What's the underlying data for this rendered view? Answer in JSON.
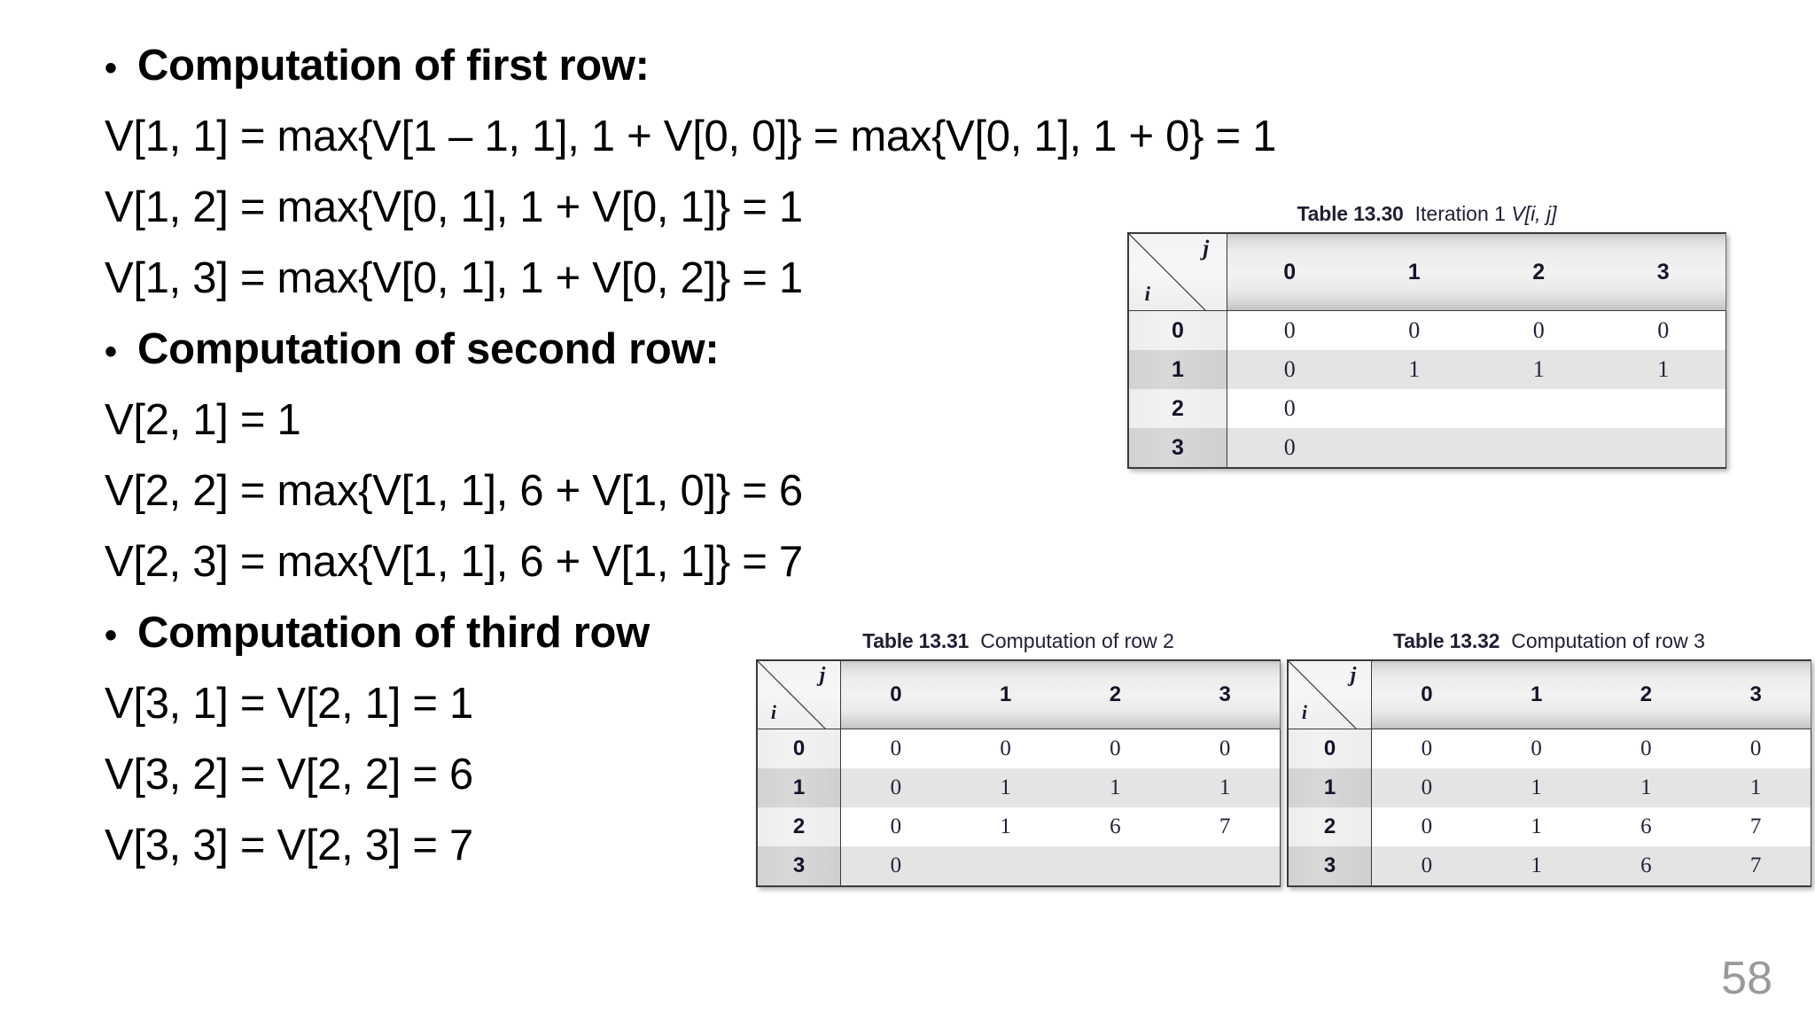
{
  "slide": {
    "page_number": "58",
    "lines": [
      {
        "type": "bullet",
        "bullet": "•",
        "text": "Computation of first row:"
      },
      {
        "type": "equation",
        "text": "V[1, 1] = max{V[1 – 1, 1], 1 + V[0, 0]} = max{V[0, 1], 1 + 0} = 1"
      },
      {
        "type": "equation",
        "text": "V[1, 2] = max{V[0, 1], 1 + V[0, 1]} = 1"
      },
      {
        "type": "equation",
        "text": "V[1, 3] = max{V[0, 1], 1 + V[0, 2]} = 1"
      },
      {
        "type": "bullet",
        "bullet": "•",
        "text": "Computation of second row:"
      },
      {
        "type": "equation",
        "text": "V[2, 1] = 1"
      },
      {
        "type": "equation",
        "text": "V[2, 2] = max{V[1, 1], 6 + V[1, 0]} = 6"
      },
      {
        "type": "equation",
        "text": "V[2, 3] = max{V[1, 1], 6 + V[1, 1]} = 7"
      },
      {
        "type": "bullet",
        "bullet": "•",
        "text": "Computation of third row"
      },
      {
        "type": "equation",
        "text": "V[3, 1] = V[2, 1] = 1"
      },
      {
        "type": "equation",
        "text": "V[3, 2] = V[2, 2] = 6"
      },
      {
        "type": "equation",
        "text": "V[3, 3] = V[2, 3] = 7"
      }
    ]
  },
  "tables": [
    {
      "id": "table-13-30",
      "caption_label": "Table 13.30",
      "caption_text": "Iteration 1 ",
      "caption_italic": "V[i, j]",
      "corner_col_label": "j",
      "corner_row_label": "i",
      "col_headers": [
        "0",
        "1",
        "2",
        "3"
      ],
      "row_headers": [
        "0",
        "1",
        "2",
        "3"
      ],
      "rows": [
        [
          "0",
          "0",
          "0",
          "0"
        ],
        [
          "0",
          "1",
          "1",
          "1"
        ],
        [
          "0",
          "",
          "",
          ""
        ],
        [
          "0",
          "",
          "",
          ""
        ]
      ]
    },
    {
      "id": "table-13-31",
      "caption_label": "Table 13.31",
      "caption_text": "Computation of row 2",
      "caption_italic": "",
      "corner_col_label": "j",
      "corner_row_label": "i",
      "col_headers": [
        "0",
        "1",
        "2",
        "3"
      ],
      "row_headers": [
        "0",
        "1",
        "2",
        "3"
      ],
      "rows": [
        [
          "0",
          "0",
          "0",
          "0"
        ],
        [
          "0",
          "1",
          "1",
          "1"
        ],
        [
          "0",
          "1",
          "6",
          "7"
        ],
        [
          "0",
          "",
          "",
          ""
        ]
      ]
    },
    {
      "id": "table-13-32",
      "caption_label": "Table 13.32",
      "caption_text": "Computation of row 3",
      "caption_italic": "",
      "corner_col_label": "j",
      "corner_row_label": "i",
      "col_headers": [
        "0",
        "1",
        "2",
        "3"
      ],
      "row_headers": [
        "0",
        "1",
        "2",
        "3"
      ],
      "rows": [
        [
          "0",
          "0",
          "0",
          "0"
        ],
        [
          "0",
          "1",
          "1",
          "1"
        ],
        [
          "0",
          "1",
          "6",
          "7"
        ],
        [
          "0",
          "1",
          "6",
          "7"
        ]
      ]
    }
  ]
}
